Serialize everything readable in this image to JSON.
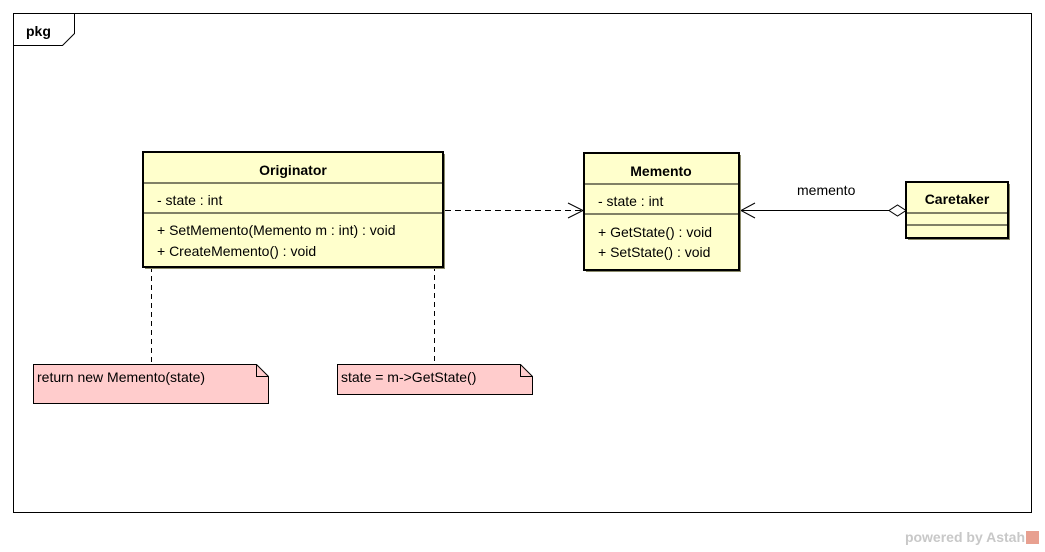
{
  "frame": {
    "label": "pkg"
  },
  "classes": {
    "originator": {
      "name": "Originator",
      "attributes": [
        "- state : int"
      ],
      "operations": [
        "+ SetMemento(Memento m : int) : void",
        "+ CreateMemento() : void"
      ]
    },
    "memento": {
      "name": "Memento",
      "attributes": [
        "- state : int"
      ],
      "operations": [
        "+ GetState() : void",
        "+ SetState() : void"
      ]
    },
    "caretaker": {
      "name": "Caretaker",
      "attributes": [],
      "operations": []
    }
  },
  "relations": {
    "aggregation_label": "memento"
  },
  "notes": {
    "create_memento": "return new Memento(state)",
    "set_memento": "state = m->GetState()"
  },
  "colors": {
    "class_fill": "#ffffcc",
    "note_fill": "#ffcccc",
    "line": "#000000"
  },
  "watermark": "powered by Astah"
}
